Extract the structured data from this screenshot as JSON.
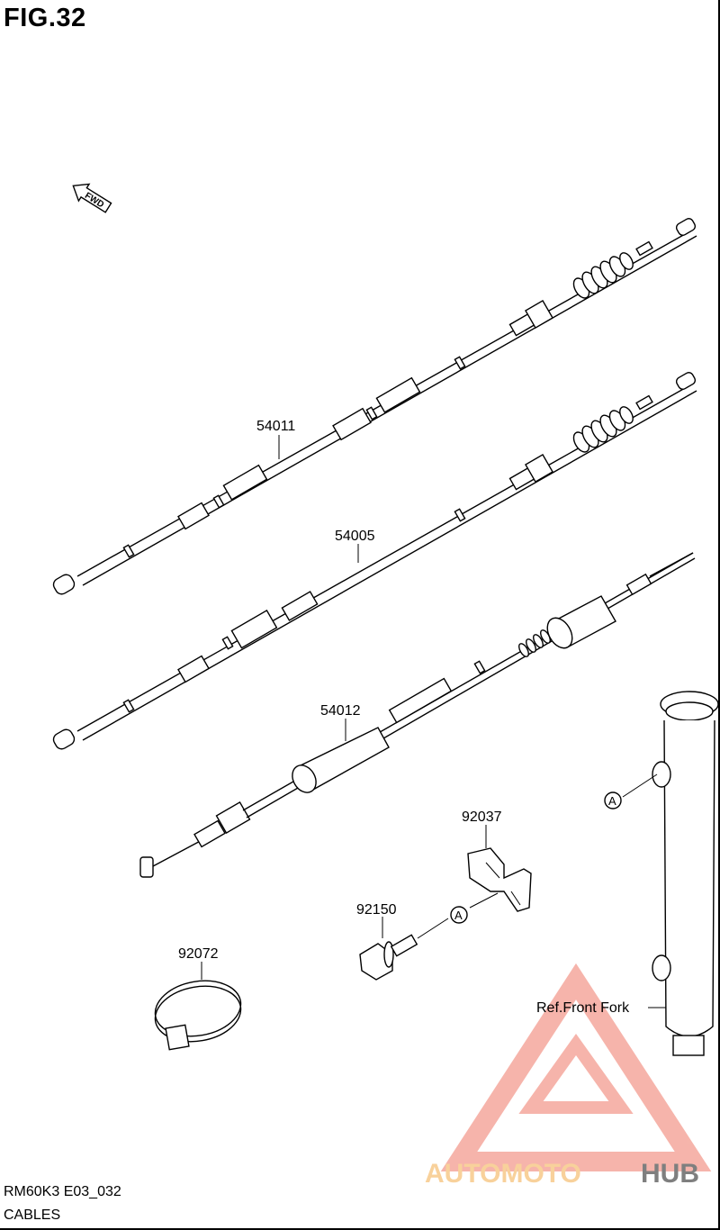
{
  "figure": {
    "title": "FIG.32",
    "direction_label": "FWD"
  },
  "parts": [
    {
      "number": "54011"
    },
    {
      "number": "54005"
    },
    {
      "number": "54012"
    },
    {
      "number": "92037"
    },
    {
      "number": "92150"
    },
    {
      "number": "92072"
    }
  ],
  "reference": {
    "marker": "A",
    "front_fork_label": "Ref.Front Fork"
  },
  "footer": {
    "code": "RM60K3 E03_032",
    "name": "CABLES"
  },
  "watermark": {
    "text_part1": "AUTOMOTO",
    "text_part2": "HUB",
    "color_primary": "#f39c8f",
    "color_secondary": "#555555",
    "color_accent": "#f6c27a"
  }
}
